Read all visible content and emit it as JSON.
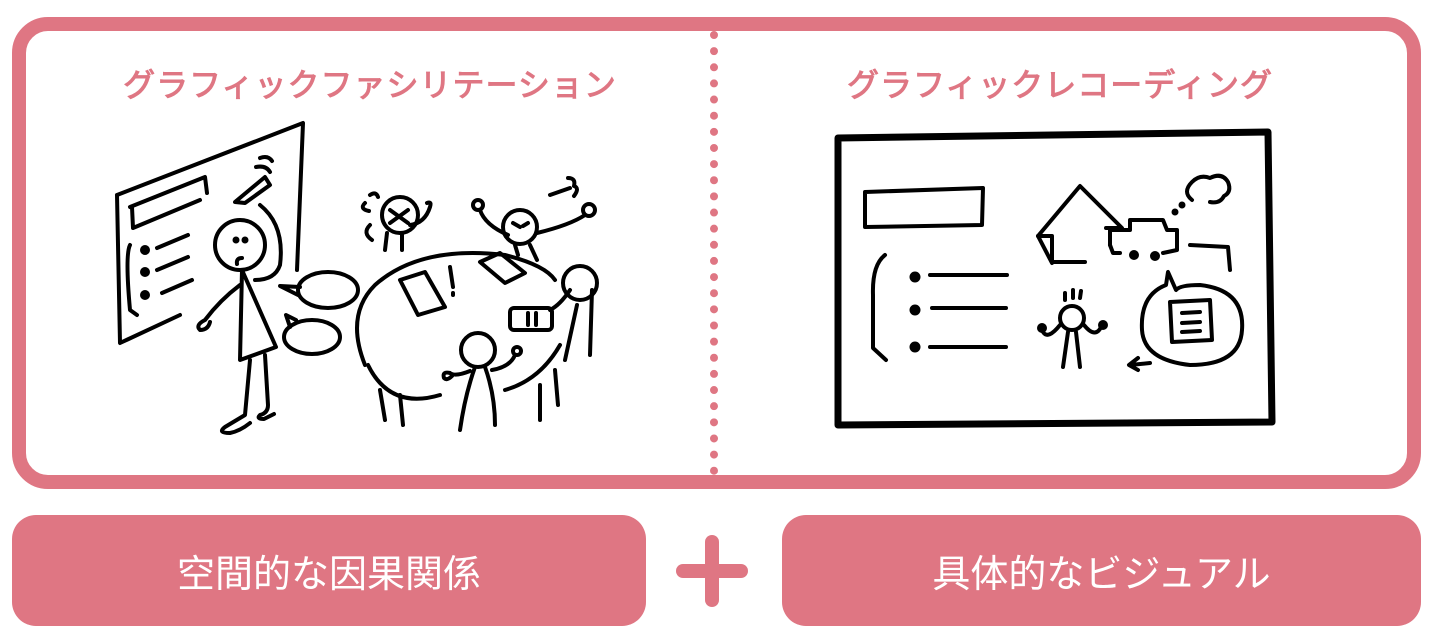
{
  "colors": {
    "accent": "#DF7683",
    "ink": "#000000",
    "background": "#FFFFFF"
  },
  "left_panel": {
    "title": "グラフィックファシリテーション",
    "illustration": "facilitator-at-whiteboard-with-group-at-round-table"
  },
  "right_panel": {
    "title": "グラフィックレコーディング",
    "illustration": "framed-graphic-record-with-list-house-person-speech-bubble"
  },
  "bottom": {
    "left_label": "空間的な因果関係",
    "operator": "+",
    "right_label": "具体的なビジュアル"
  }
}
